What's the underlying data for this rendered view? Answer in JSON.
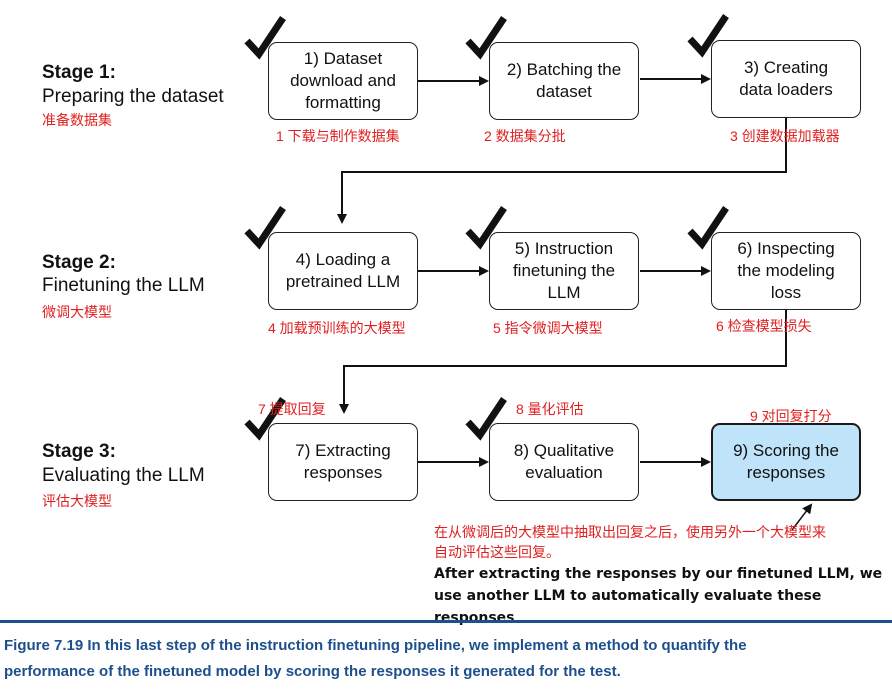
{
  "stages": [
    {
      "title": "Stage 1:",
      "subtitle": "Preparing the dataset",
      "zh": "准备数据集"
    },
    {
      "title": "Stage 2:",
      "subtitle": "Finetuning the LLM",
      "zh": "微调大模型"
    },
    {
      "title": "Stage 3:",
      "subtitle": "Evaluating the LLM",
      "zh": "评估大模型"
    }
  ],
  "steps": [
    {
      "label": "1) Dataset\ndownload and\nformatting",
      "zh": "1 下载与制作数据集"
    },
    {
      "label": "2) Batching the\ndataset",
      "zh": "2 数据集分批"
    },
    {
      "label": "3) Creating\ndata loaders",
      "zh": "3 创建数据加载器"
    },
    {
      "label": "4) Loading a\npretrained LLM",
      "zh": "4 加载预训练的大模型"
    },
    {
      "label": "5) Instruction\nfinetuning the\nLLM",
      "zh": "5 指令微调大模型"
    },
    {
      "label": "6) Inspecting\nthe modeling\nloss",
      "zh": "6 检查模型损失"
    },
    {
      "label": "7) Extracting\nresponses",
      "zh": "7 提取回复"
    },
    {
      "label": "8) Qualitative\nevaluation",
      "zh": "8 量化评估"
    },
    {
      "label": "9) Scoring the\nresponses",
      "zh": "9 对回复打分"
    }
  ],
  "note": {
    "zh_line1": "在从微调后的大模型中抽取出回复之后，使用另外一个大模型来",
    "zh_line2": "自动评估这些回复。",
    "en_line1": "After extracting the responses by our finetuned LLM, we",
    "en_line2": "use another LLM to automatically evaluate these responses"
  },
  "caption": {
    "line1": "Figure 7.19 In this last step of the instruction finetuning pipeline, we implement a method to quantify the",
    "line2": "performance of the finetuned model by scoring the responses it generated for the test."
  },
  "colors": {
    "highlight": "#bfe3f8",
    "annotation": "#e02020",
    "caption": "#1d4f8c"
  }
}
